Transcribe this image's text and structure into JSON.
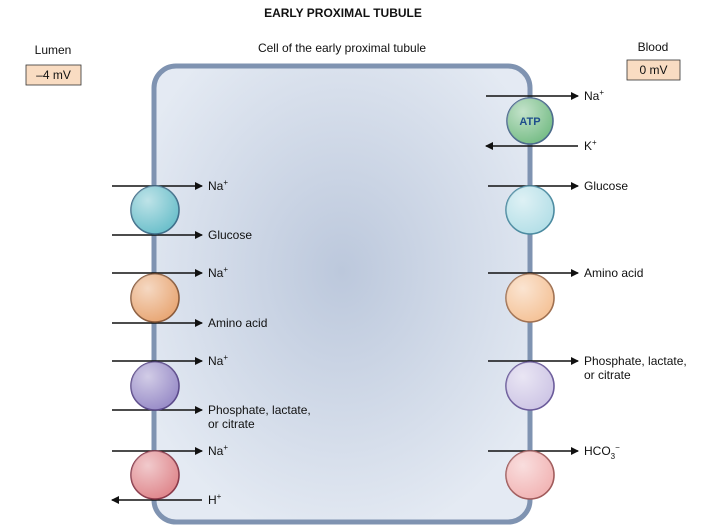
{
  "title": "EARLY PROXIMAL TUBULE",
  "cell_label": "Cell of the early proximal tubule",
  "lumen": {
    "label": "Lumen",
    "potential": "–4 mV"
  },
  "blood": {
    "label": "Blood",
    "potential": "0 mV"
  },
  "atp_pump": {
    "label": "ATP",
    "na": {
      "base": "Na",
      "sup": "+"
    },
    "k": {
      "base": "K",
      "sup": "+"
    }
  },
  "luminal_transporters": [
    {
      "color": "#6fc1cc",
      "top": {
        "base": "Na",
        "sup": "+"
      },
      "bottom": {
        "base": "Glucose",
        "sup": ""
      }
    },
    {
      "color": "#e9a978",
      "top": {
        "base": "Na",
        "sup": "+"
      },
      "bottom": {
        "base": "Amino acid",
        "sup": ""
      }
    },
    {
      "color": "#9b8fc9",
      "top": {
        "base": "Na",
        "sup": "+"
      },
      "bottom": {
        "lines": [
          "Phosphate, lactate,",
          "or citrate"
        ]
      }
    },
    {
      "color": "#e08a8f",
      "top": {
        "base": "Na",
        "sup": "+"
      },
      "bottom": {
        "base": "H",
        "sup": "+",
        "direction": "out"
      }
    }
  ],
  "basolateral_transporters": [
    {
      "color": "#b6e0e8",
      "label": {
        "lines": [
          "Glucose"
        ]
      }
    },
    {
      "color": "#f5c49a",
      "label": {
        "lines": [
          "Amino acid"
        ]
      }
    },
    {
      "color": "#cfc7e6",
      "label": {
        "lines": [
          "Phosphate, lactate,",
          "or citrate"
        ]
      }
    },
    {
      "color": "#f2b6b6",
      "label": {
        "base": "HCO",
        "sub": "3",
        "sup": "−"
      }
    }
  ],
  "colors": {
    "cell_fill_center": "#bcc8dc",
    "cell_fill_edge": "#e4eaf3",
    "cell_border": "#7f93b1",
    "potential_box": "#f9dcc2",
    "atp_fill": "#7bbf8a",
    "arrow": "#111111"
  }
}
